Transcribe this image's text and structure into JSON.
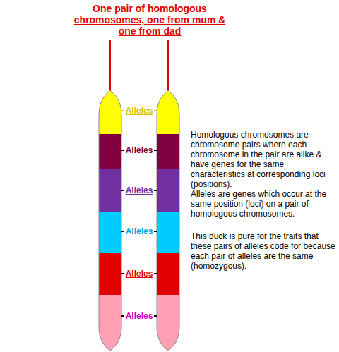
{
  "diagram": {
    "title": "One pair of homologous chromosomes, one from mum & one from dad",
    "labels": [
      "Alleles",
      "Alleles",
      "Alleles",
      "Alleles",
      "Alleles",
      "Alleles",
      "Homologous chromosomes are chromosome pairs where each chromosome in the pair are alike & have genes for the same characteristics at corresponding loci (positions).",
      "Alleles are genes which occur at the same position (loci) on a pair of homologous chromosomes.",
      "This duck is pure for the traits that these pairs of alleles code for because each pair of alleles are the same (homozygous)."
    ]
  }
}
